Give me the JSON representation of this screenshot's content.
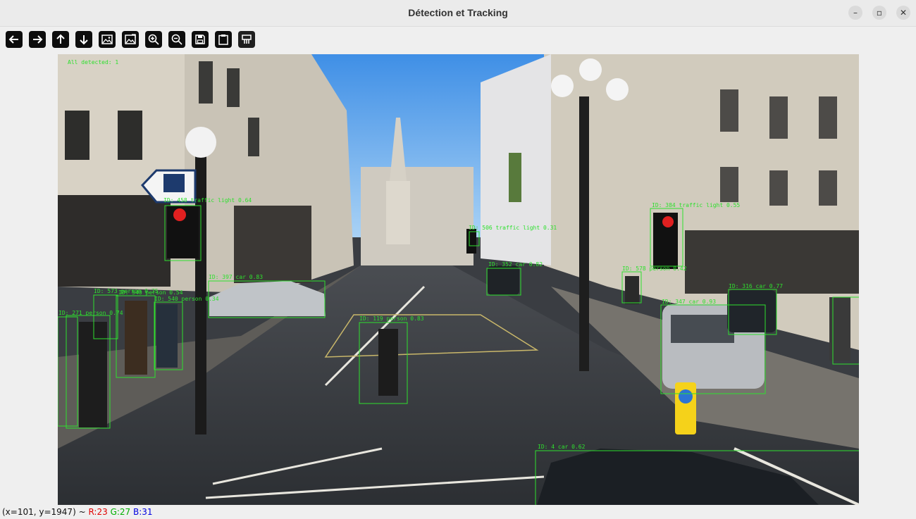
{
  "window": {
    "title": "Détection et Tracking",
    "controls": [
      "–",
      "▫",
      "✕"
    ]
  },
  "toolbar": {
    "buttons": [
      {
        "name": "back-icon"
      },
      {
        "name": "forward-icon"
      },
      {
        "name": "up-icon"
      },
      {
        "name": "down-icon"
      },
      {
        "name": "image-icon"
      },
      {
        "name": "image-edit-icon"
      },
      {
        "name": "zoom-in-icon"
      },
      {
        "name": "zoom-out-icon"
      },
      {
        "name": "save-icon"
      },
      {
        "name": "clipboard-icon"
      },
      {
        "name": "properties-icon"
      }
    ]
  },
  "overlay": {
    "header": "All detected: 1",
    "detections": [
      {
        "label": "ID: 458 traffic light 0.64"
      },
      {
        "label": "ID: 506 traffic light 0.31"
      },
      {
        "label": "ID: 397 car 0.83"
      },
      {
        "label": "ID: 573 person 0.75"
      },
      {
        "label": "ID: 540 person 0.54"
      },
      {
        "label": "ID: 540 person 0.34"
      },
      {
        "label": "ID: 271 person 0.74"
      },
      {
        "label": "ID: 119 person 0.83"
      },
      {
        "label": "ID: 352 car 0.82"
      },
      {
        "label": "ID: 578 person 0.42"
      },
      {
        "label": "ID: 384 traffic light 0.55"
      },
      {
        "label": "ID: 347 car 0.93"
      },
      {
        "label": "ID: 316 car 0.77"
      },
      {
        "label": "ID: 4 car 0.62"
      }
    ]
  },
  "status": {
    "coords": "(x=101, y=1947) ~",
    "r": "R:23",
    "g": "G:27",
    "b": "B:31"
  },
  "colors": {
    "box": "#2ee02e",
    "r": "#e00000",
    "g": "#00b000",
    "b": "#0000e0"
  }
}
